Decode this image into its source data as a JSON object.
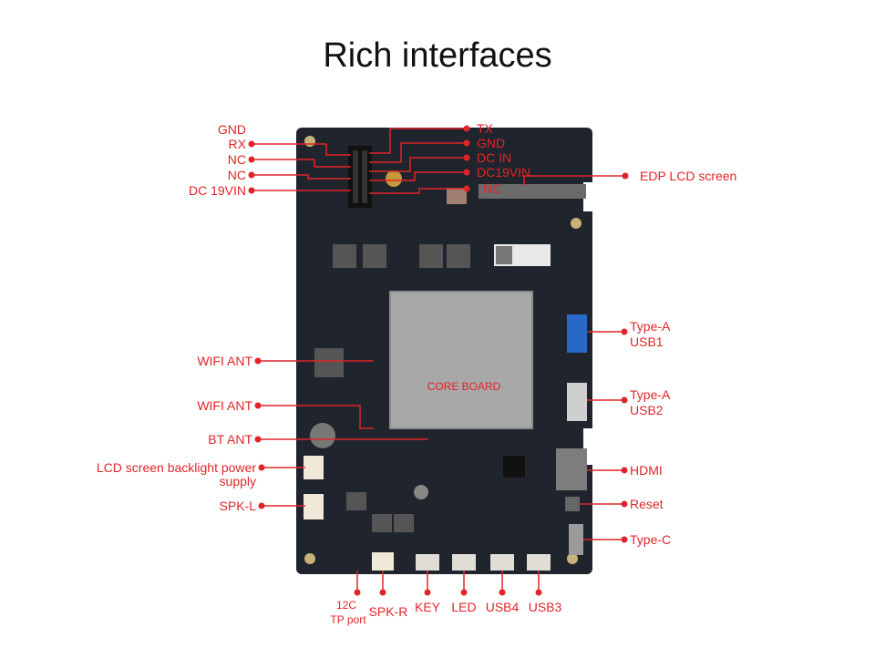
{
  "title": "Rich interfaces",
  "colors": {
    "label": "#e0252a",
    "pcb": "#20242c",
    "core": "#a9a8a8"
  },
  "core_board": "CORE BOARD",
  "labels": {
    "gnd_left": "GND",
    "rx": "RX",
    "nc1": "NC",
    "nc2": "NC",
    "dc19vin_left": "DC 19VIN",
    "tx": "TX",
    "gnd_right": "GND",
    "dc_in": "DC IN",
    "dc19vin_right": "DC19VIN",
    "nc_right": "NC",
    "edp": "EDP LCD screen",
    "wifi_ant1": "WIFI ANT",
    "wifi_ant2": "WIFI ANT",
    "bt_ant": "BT ANT",
    "backlight_line1": "LCD screen backlight power",
    "backlight_line2": "supply",
    "spk_l": "SPK-L",
    "usb1_line1": "Type-A",
    "usb1_line2": "USB1",
    "usb2_line1": "Type-A",
    "usb2_line2": "USB2",
    "hdmi": "HDMI",
    "reset": "Reset",
    "type_c": "Type-C",
    "i2c_line1": "12C",
    "i2c_line2": "TP port",
    "spk_r": "SPK-R",
    "key": "KEY",
    "led": "LED",
    "usb4": "USB4",
    "usb3": "USB3"
  }
}
